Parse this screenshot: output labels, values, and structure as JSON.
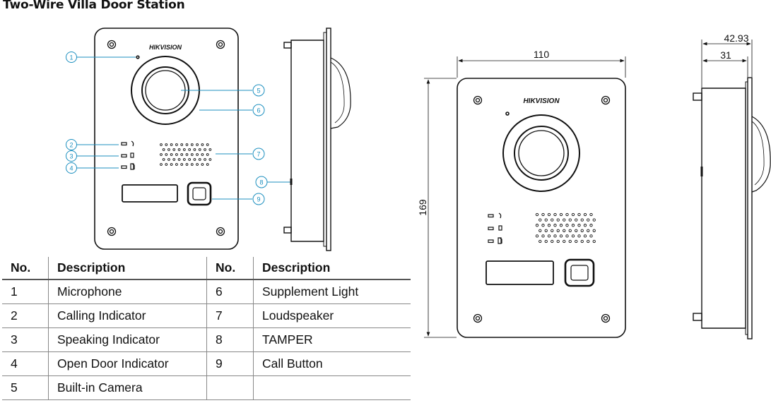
{
  "title": "Two-Wire Villa Door Station",
  "brand": "HIKVISION",
  "callouts": [
    "1",
    "2",
    "3",
    "4",
    "5",
    "6",
    "7",
    "8",
    "9"
  ],
  "dimensions": {
    "width": "110",
    "height": "169",
    "depth_total": "42.93",
    "depth_body": "31"
  },
  "table": {
    "headers": [
      "No.",
      "Description",
      "No.",
      "Description"
    ],
    "rows": [
      [
        "1",
        "Microphone",
        "6",
        "Supplement Light"
      ],
      [
        "2",
        "Calling Indicator",
        "7",
        "Loudspeaker"
      ],
      [
        "3",
        "Speaking Indicator",
        "8",
        "TAMPER"
      ],
      [
        "4",
        "Open Door Indicator",
        "9",
        "Call Button"
      ],
      [
        "5",
        "Built-in Camera",
        "",
        ""
      ]
    ]
  },
  "colors": {
    "callout": "#1c8fbf",
    "line": "#111111"
  }
}
